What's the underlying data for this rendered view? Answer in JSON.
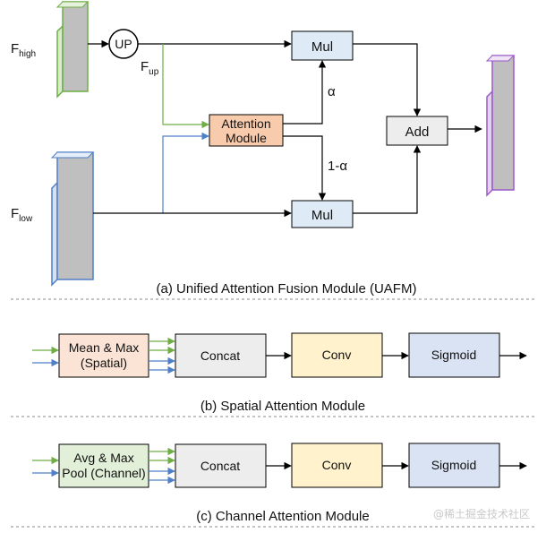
{
  "part_a": {
    "caption": "(a) Unified Attention Fusion Module (UAFM)",
    "f_high": {
      "base": "F",
      "sub": "high"
    },
    "f_low": {
      "base": "F",
      "sub": "low"
    },
    "f_up": {
      "base": "F",
      "sub": "up"
    },
    "up_label": "UP",
    "attention_line1": "Attention",
    "attention_line2": "Module",
    "mul_top": "Mul",
    "mul_bottom": "Mul",
    "add": "Add",
    "alpha": "α",
    "one_minus_alpha": "1-α"
  },
  "part_b": {
    "caption": "(b) Spatial Attention Module",
    "input_line1": "Mean & Max",
    "input_line2": "(Spatial)",
    "concat": "Concat",
    "conv": "Conv",
    "sigmoid": "Sigmoid"
  },
  "part_c": {
    "caption": "(c) Channel Attention Module",
    "input_line1": "Avg & Max",
    "input_line2": "Pool (Channel)",
    "concat": "Concat",
    "conv": "Conv",
    "sigmoid": "Sigmoid"
  },
  "watermark": "@稀土掘金技术社区",
  "colors": {
    "green": "#6fae45",
    "blue": "#4f7fc7",
    "purple": "#9b59c9",
    "attention_fill": "#f8cbad",
    "mul_fill": "#deebf7",
    "add_fill": "#ededed",
    "input_b_fill": "#fbe4d5",
    "input_c_fill": "#e2efd9",
    "concat_fill": "#ededed",
    "conv_fill": "#fff2cc",
    "sigmoid_fill": "#dae3f3",
    "map_fill": "#bfbfbf"
  }
}
